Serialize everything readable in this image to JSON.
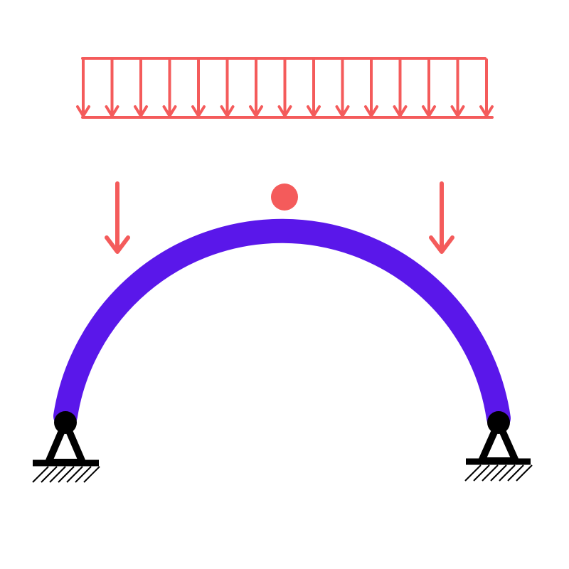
{
  "diagram": {
    "type": "three-hinged-arch",
    "elements": {
      "arch": "arch-rib",
      "crown": "crown-hinge",
      "supports": [
        "left-pin-support",
        "right-pin-support"
      ],
      "loads": [
        "uniform-distributed-load",
        "left-point-load",
        "right-point-load"
      ]
    },
    "colors": {
      "arch": "#5A17EA",
      "load": "#F45B5B",
      "hinge": "#F45B5B",
      "support": "#000000",
      "background": "#FFFFFF"
    },
    "distributed_load": {
      "arrow_count": 15
    }
  }
}
